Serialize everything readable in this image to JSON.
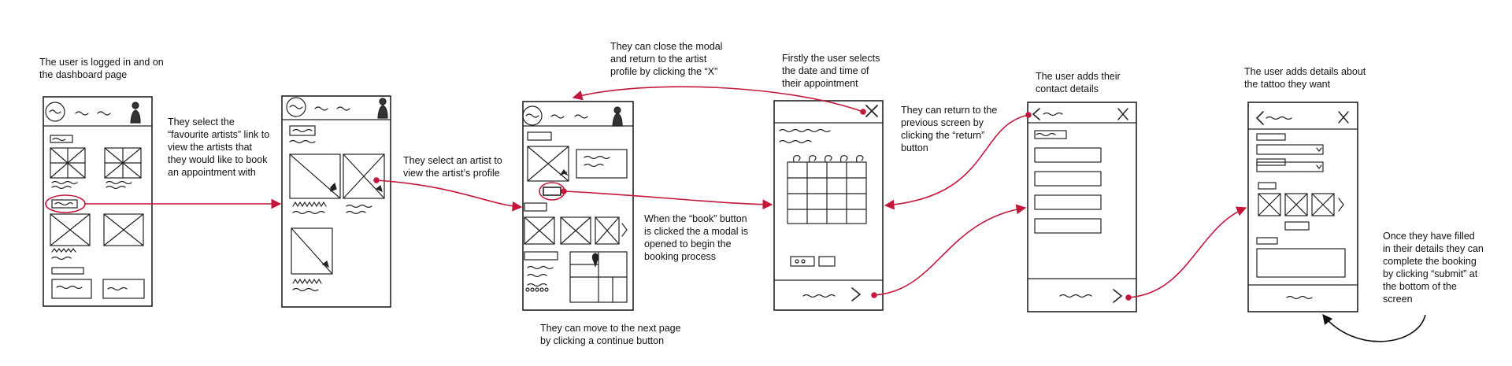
{
  "annotations": {
    "dashboard": [
      "The user is logged in and on",
      "the dashboard page"
    ],
    "favourites": [
      "They select the",
      "“favourite artists” link to",
      "view the artists that",
      "they would like to book",
      "an appointment with"
    ],
    "select_artist": [
      "They select an artist to",
      "view the artist’s profile"
    ],
    "close_modal": [
      "They can close the modal",
      "and return to the artist",
      "profile by clicking the “X”"
    ],
    "book_button": [
      "When the “book” button",
      "is clicked the a modal is",
      "opened to begin the",
      "booking process"
    ],
    "next_page": [
      "They can move to the next page",
      "by clicking a continue button"
    ],
    "date_time": [
      "Firstly the user selects",
      "the date and time of",
      "their appointment"
    ],
    "return": [
      "They can return to the",
      "previous screen by",
      "clicking the “return”",
      "button"
    ],
    "contact": [
      "The user adds their",
      "contact details"
    ],
    "tattoo": [
      "The user adds details about",
      "the tattoo they want"
    ],
    "submit": [
      "Once they have filled",
      "in their details they can",
      "complete the booking",
      "by clicking “submit” at",
      "the bottom of the",
      "screen"
    ]
  },
  "colors": {
    "arrow": "#c4173b",
    "sketch": "#222222"
  },
  "icons": [
    "person-icon",
    "close-icon",
    "back-icon",
    "chevron-right-icon",
    "calendar-icon",
    "star-icon",
    "map-pin-icon"
  ]
}
